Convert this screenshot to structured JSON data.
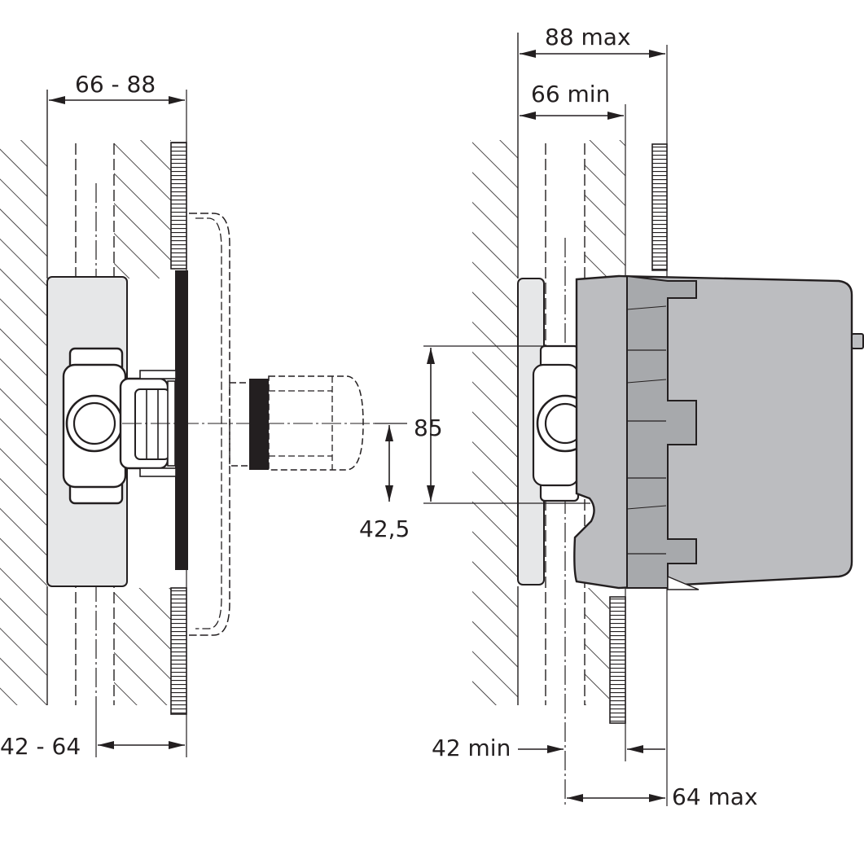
{
  "dimensions": {
    "left_top": "66 - 88",
    "left_bottom": "42 - 64",
    "right_top_outer": "88 max",
    "right_top_inner": "66 min",
    "right_height_total": "85",
    "right_height_half": "42,5",
    "right_bottom_left": "42 min",
    "right_bottom_right": "64 max"
  },
  "colors": {
    "line": "#231f20",
    "box_fill": "#bcbdc0",
    "box_dark": "#9d9fa2",
    "flange": "#e6e7e8",
    "hatch": "#231f20"
  }
}
